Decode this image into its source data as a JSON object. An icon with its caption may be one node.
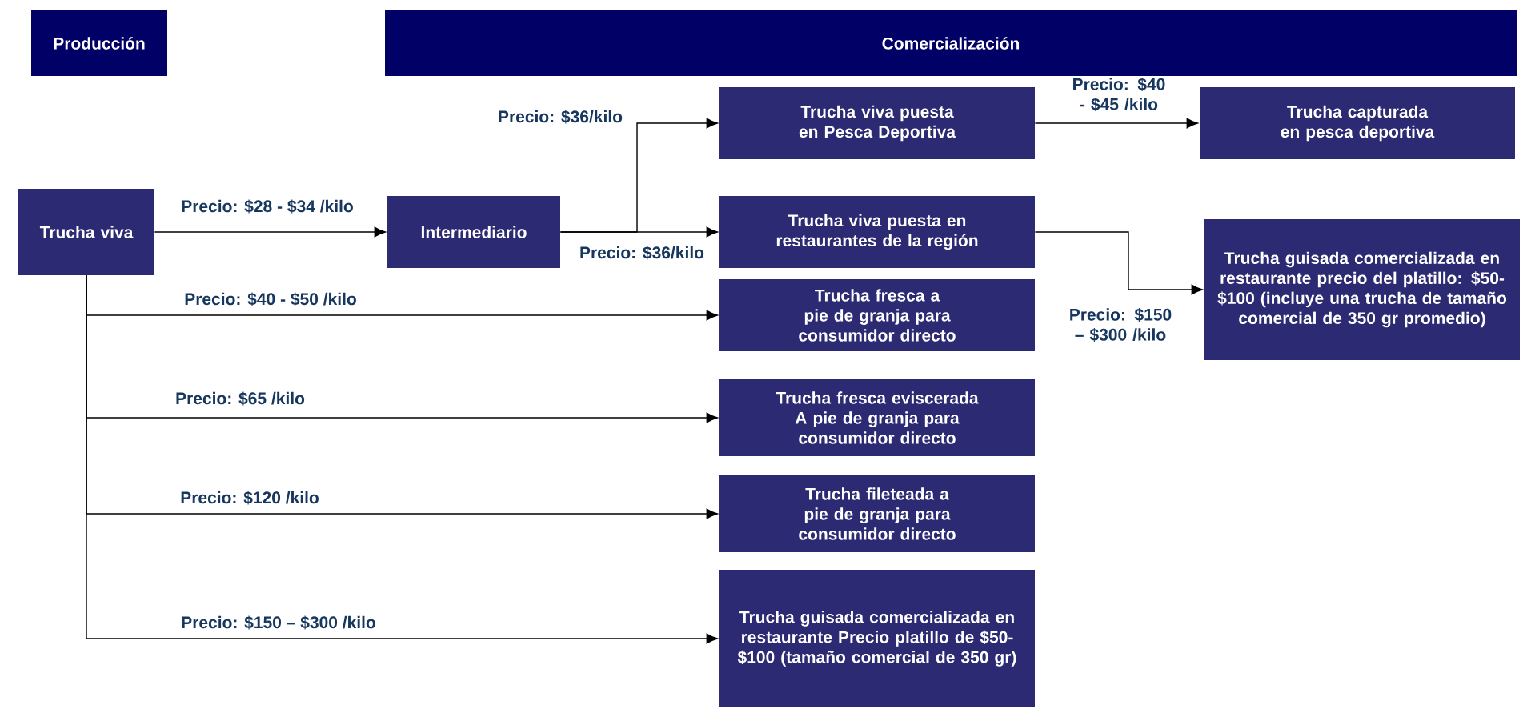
{
  "diagram": {
    "nodes": [
      {
        "text": [
          "Producción"
        ]
      },
      {
        "text": [
          "Comercialización"
        ]
      },
      {
        "text": [
          "Trucha viva"
        ]
      },
      {
        "text": [
          "Intermediario"
        ]
      },
      {
        "text": [
          "Trucha viva puesta en Pesca Deportiva"
        ]
      },
      {
        "text": [
          "Trucha capturada en pesca deportiva"
        ]
      },
      {
        "text": [
          "Trucha viva puesta en restaurantes de la región"
        ]
      },
      {
        "text": [
          "Trucha guisada comercializada en restaurante precio del platillo: $50-$100 (incluye una trucha de tamaño comercial de 350 gr promedio)"
        ]
      },
      {
        "text": [
          "Trucha fresca a pie de granja para consumidor directo"
        ]
      },
      {
        "text": [
          "Trucha fresca eviscerada A pie de granja para consumidor directo"
        ]
      },
      {
        "text": [
          "Trucha fileteada a pie de granja para consumidor directo"
        ]
      },
      {
        "text": [
          "Trucha guisada comercializada en restaurante Precio platillo de $50- $100 (tamaño comercial de 350 gr)"
        ]
      }
    ],
    "edges": [
      {
        "from": 2,
        "to": 3,
        "arrow": "to",
        "label": "Precio: $28 - $34  /kilo"
      },
      {
        "from": 3,
        "to": 4,
        "arrow": "to",
        "label": "Precio: $36/kilo"
      },
      {
        "from": 3,
        "to": 6,
        "arrow": "to",
        "label": "Precio: $36/kilo"
      },
      {
        "from": 4,
        "to": 5,
        "arrow": "to",
        "label": "Precio: $40 - $45 /kilo"
      },
      {
        "from": 6,
        "to": 7,
        "arrow": "to",
        "label": "Precio: $150 – $300 /kilo"
      },
      {
        "from": 2,
        "to": 8,
        "arrow": "to",
        "label": "Precio: $40 - $50 /kilo"
      },
      {
        "from": 2,
        "to": 9,
        "arrow": "to",
        "label": "Precio: $65 /kilo"
      },
      {
        "from": 2,
        "to": 10,
        "arrow": "to",
        "label": "Precio: $120 /kilo"
      },
      {
        "from": 2,
        "to": 11,
        "arrow": "to",
        "label": "Precio: $150 – $300 /kilo"
      }
    ]
  }
}
